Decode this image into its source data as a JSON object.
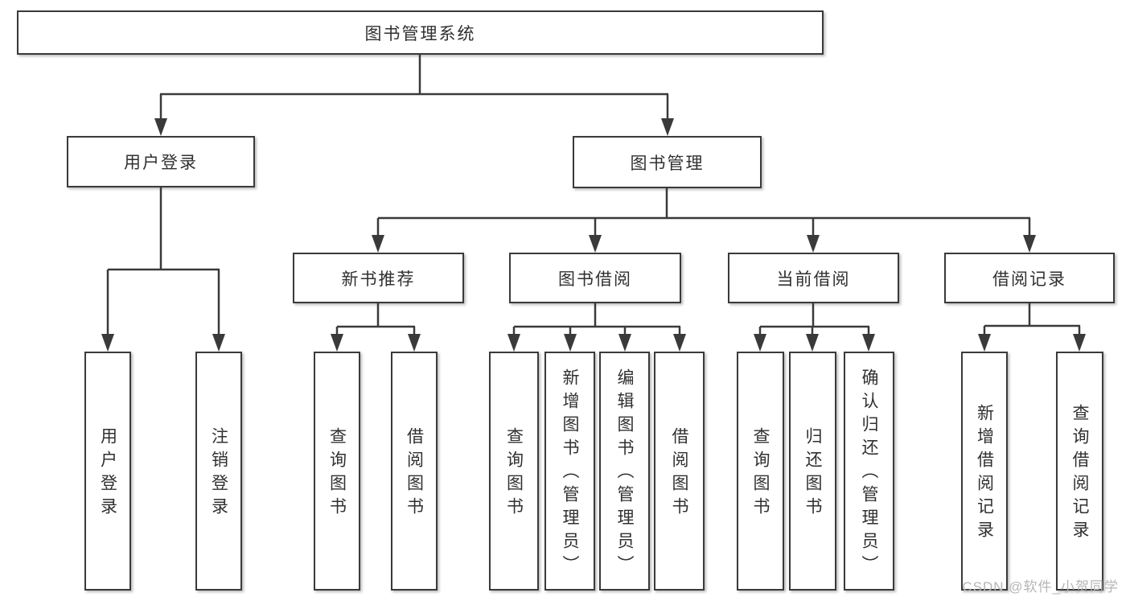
{
  "diagram": {
    "title_node": {
      "label": "图书管理系统"
    },
    "level2": [
      {
        "id": "user-login",
        "label": "用户登录"
      },
      {
        "id": "book-management",
        "label": "图书管理"
      }
    ],
    "level3": [
      {
        "id": "new-book-recommend",
        "label": "新书推荐"
      },
      {
        "id": "book-borrowing",
        "label": "图书借阅"
      },
      {
        "id": "current-borrowing",
        "label": "当前借阅"
      },
      {
        "id": "borrowing-records",
        "label": "借阅记录"
      }
    ],
    "leaves": [
      {
        "id": "user-login",
        "parent": "user-login",
        "label": "用户登录"
      },
      {
        "id": "logout",
        "parent": "user-login",
        "label": "注销登录"
      },
      {
        "id": "query-books",
        "parent": "new-book-recommend",
        "label": "查询图书"
      },
      {
        "id": "borrow-books",
        "parent": "new-book-recommend",
        "label": "借阅图书"
      },
      {
        "id": "query-books",
        "parent": "book-borrowing",
        "label": "查询图书"
      },
      {
        "id": "add-books-admin",
        "parent": "book-borrowing",
        "label": "新增图书（管理员）"
      },
      {
        "id": "edit-books-admin",
        "parent": "book-borrowing",
        "label": "编辑图书（管理员）"
      },
      {
        "id": "borrow-books",
        "parent": "book-borrowing",
        "label": "借阅图书"
      },
      {
        "id": "query-books",
        "parent": "current-borrowing",
        "label": "查询图书"
      },
      {
        "id": "return-books",
        "parent": "current-borrowing",
        "label": "归还图书"
      },
      {
        "id": "confirm-return-admin",
        "parent": "current-borrowing",
        "label": "确认归还（管理员）"
      },
      {
        "id": "add-borrow-record",
        "parent": "borrowing-records",
        "label": "新增借阅记录"
      },
      {
        "id": "query-borrow-record",
        "parent": "borrowing-records",
        "label": "查询借阅记录"
      }
    ],
    "watermark": "CSDN @软件_小贺同学",
    "colors": {
      "background": "#ffffff",
      "box_border": "#3a3a3a",
      "line": "#3a3a3a",
      "text": "#303030",
      "watermark": "#b5b5b5"
    }
  }
}
